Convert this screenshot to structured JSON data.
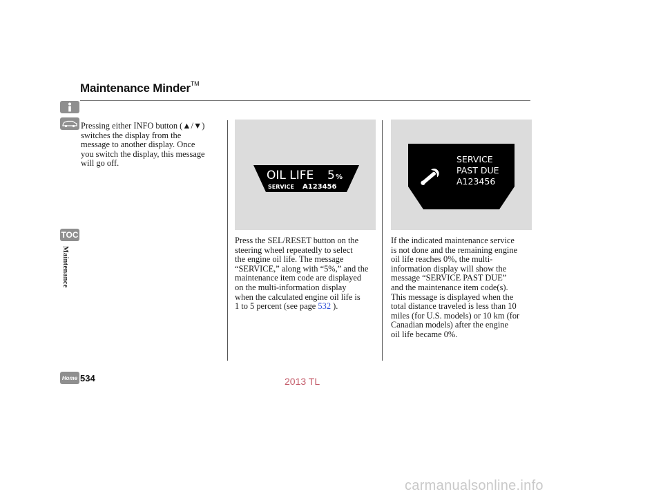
{
  "header": {
    "title": "Maintenance Minder",
    "trademark": "TM"
  },
  "sidebar": {
    "info_icon": "info-icon",
    "car_icon": "car-icon",
    "toc_label": "TOC",
    "home_label": "Home",
    "section_label": "Maintenance"
  },
  "columns": {
    "col1": {
      "text": "Pressing either INFO button (▲/▼)\nswitches the display from the\nmessage to another display. Once\nyou switch the display, this message\nwill go off."
    },
    "col2": {
      "display": {
        "line1": "OIL LIFE",
        "percent_value": "5",
        "percent_unit": "%",
        "line2_label": "SERVICE",
        "line2_code": "A123456"
      },
      "text_before_link": "Press the SEL/RESET button on the\nsteering wheel repeatedly to select\nthe engine oil life. The message\n“SERVICE,” along with “5%,” and the\nmaintenance item code are displayed\non the multi-information display\nwhen the calculated engine oil life is\n1 to 5 percent (see page ",
      "link_text": "532",
      "text_after_link": " )."
    },
    "col3": {
      "display": {
        "line1": "SERVICE",
        "line2": "PAST DUE",
        "line3": "A123456",
        "icon": "wrench-icon"
      },
      "text": "If the indicated maintenance service\nis not done and the remaining engine\noil life reaches 0%, the multi-\ninformation display will show the\nmessage “SERVICE PAST DUE”\nand the maintenance item code(s).\nThis message is displayed when the\ntotal distance traveled is less than 10\nmiles (for U.S. models) or 10 km (for\nCanadian models) after the engine\noil life became 0%."
    }
  },
  "footer": {
    "page_number": "534",
    "watermark": "2013 TL",
    "site": "carmanualsonline.info"
  },
  "colors": {
    "panel_bg": "#dcdcdc",
    "display_bg": "#000000",
    "link": "#2e4fd6",
    "watermark": "#c45c6a",
    "icon_bg": "#8f8f8f"
  }
}
